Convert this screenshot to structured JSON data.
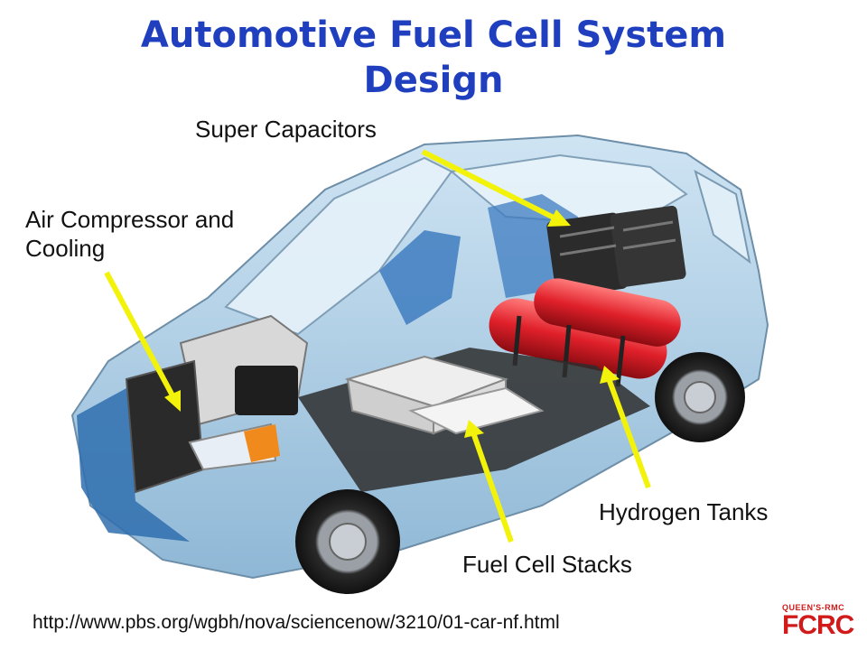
{
  "title": {
    "line1": "Automotive Fuel Cell System",
    "line2": "Design"
  },
  "labels": {
    "super_capacitors": "Super Capacitors",
    "air_compressor_line1": "Air Compressor and",
    "air_compressor_line2": "Cooling",
    "hydrogen_tanks": "Hydrogen Tanks",
    "fuel_cell_stacks": "Fuel Cell Stacks"
  },
  "source_url": "http://www.pbs.org/wgbh/nova/sciencenow/3210/01-car-nf.html",
  "logo": {
    "small_text": "QUEEN'S-RMC",
    "big_text": "FCRC"
  },
  "colors": {
    "title": "#1f3fbf",
    "arrow": "#f2f20a",
    "tank": "#e0202a",
    "logo": "#d11a1a"
  }
}
